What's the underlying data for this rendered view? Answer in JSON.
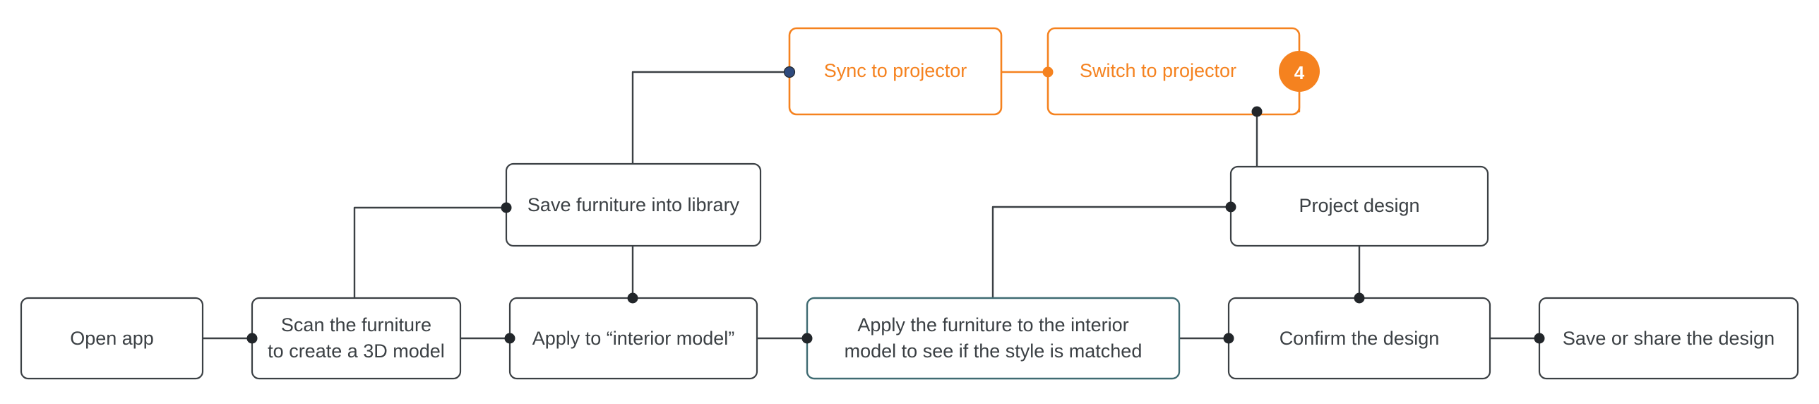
{
  "diagram": {
    "type": "flowchart",
    "title": "",
    "background_color": "#ffffff",
    "default_node_border": "#3b4044",
    "accent_orange": "#f5821f",
    "accent_teal": "#3f6b72",
    "nodes": [
      {
        "id": "open_app",
        "label": "Open app",
        "style": "default",
        "row": "bottom"
      },
      {
        "id": "scan_furniture",
        "label_line1": "Scan the furniture",
        "label_line2": "to create a 3D model",
        "style": "default",
        "row": "bottom"
      },
      {
        "id": "apply_interior",
        "label": "Apply to “interior model”",
        "style": "default",
        "row": "bottom"
      },
      {
        "id": "apply_furniture",
        "label_line1": "Apply the furniture to the interior",
        "label_line2": "model to see if the style is matched",
        "style": "teal",
        "row": "bottom"
      },
      {
        "id": "confirm_design",
        "label": "Confirm the design",
        "style": "default",
        "row": "bottom"
      },
      {
        "id": "save_share",
        "label": "Save or share the design",
        "style": "default",
        "row": "bottom"
      },
      {
        "id": "save_library",
        "label": "Save furniture into library",
        "style": "default",
        "row": "middle"
      },
      {
        "id": "project_design",
        "label": "Project design",
        "style": "default",
        "row": "middle"
      },
      {
        "id": "sync_projector",
        "label": "Sync to projector",
        "style": "orange",
        "row": "top"
      },
      {
        "id": "switch_projector",
        "label": "Switch to projector",
        "style": "orange",
        "row": "top",
        "badge": "4"
      }
    ],
    "badge": {
      "value": "4",
      "color": "#f5821f",
      "text_color": "#ffffff"
    },
    "edges": [
      {
        "from": "open_app",
        "to": "scan_furniture",
        "color": "#3b4044"
      },
      {
        "from": "scan_furniture",
        "to": "apply_interior",
        "color": "#3b4044"
      },
      {
        "from": "scan_furniture",
        "to": "save_library",
        "color": "#3b4044"
      },
      {
        "from": "save_library",
        "to": "apply_interior",
        "color": "#3b4044"
      },
      {
        "from": "save_library",
        "to": "sync_projector",
        "color": "#3b4044"
      },
      {
        "from": "sync_projector",
        "to": "switch_projector",
        "color": "#f5821f"
      },
      {
        "from": "switch_projector",
        "to": "project_design",
        "color": "#3b4044"
      },
      {
        "from": "apply_interior",
        "to": "apply_furniture",
        "color": "#3b4044"
      },
      {
        "from": "apply_furniture",
        "to": "project_design",
        "color": "#3b4044"
      },
      {
        "from": "apply_furniture",
        "to": "confirm_design",
        "color": "#3b4044"
      },
      {
        "from": "project_design",
        "to": "confirm_design",
        "color": "#3b4044"
      },
      {
        "from": "confirm_design",
        "to": "save_share",
        "color": "#3b4044"
      }
    ]
  }
}
